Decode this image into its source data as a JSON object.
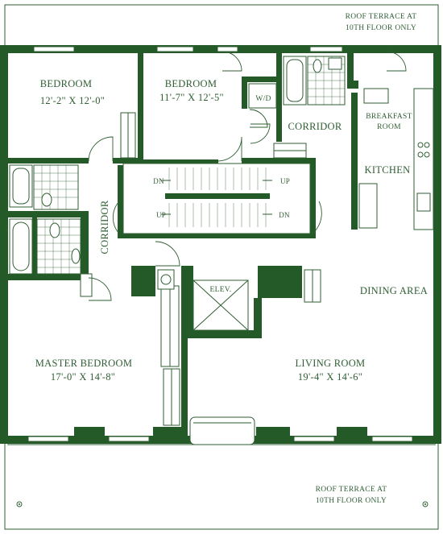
{
  "colors": {
    "wall": "#245a27",
    "line": "#2f5e33",
    "background": "#ffffff"
  },
  "labels": {
    "roof_terrace_top": [
      "ROOF TERRACE AT",
      "10TH FLOOR ONLY"
    ],
    "roof_terrace_bottom": [
      "ROOF TERRACE AT",
      "10TH FLOOR ONLY"
    ],
    "bedroom_1": {
      "name": "BEDROOM",
      "dims": "12'-2\" X 12'-0\""
    },
    "bedroom_2": {
      "name": "BEDROOM",
      "dims": "11'-7\" X 12'-5\""
    },
    "washer_dryer": "W/D",
    "corridor_upper": "CORRIDOR",
    "breakfast_room": [
      "BREAKFAST",
      "ROOM"
    ],
    "kitchen": "KITCHEN",
    "corridor_vertical": "CORRIDOR",
    "stair_dn_top": "DN",
    "stair_up_top": "UP",
    "stair_up_bottom": "UP",
    "stair_dn_bottom": "DN",
    "elevator": "ELEV.",
    "dining_area": "DINING AREA",
    "master_bedroom": {
      "name": "MASTER BEDROOM",
      "dims": "17'-0\" X 14'-8\""
    },
    "living_room": {
      "name": "LIVING ROOM",
      "dims": "19'-4\" X 14'-6\""
    }
  }
}
